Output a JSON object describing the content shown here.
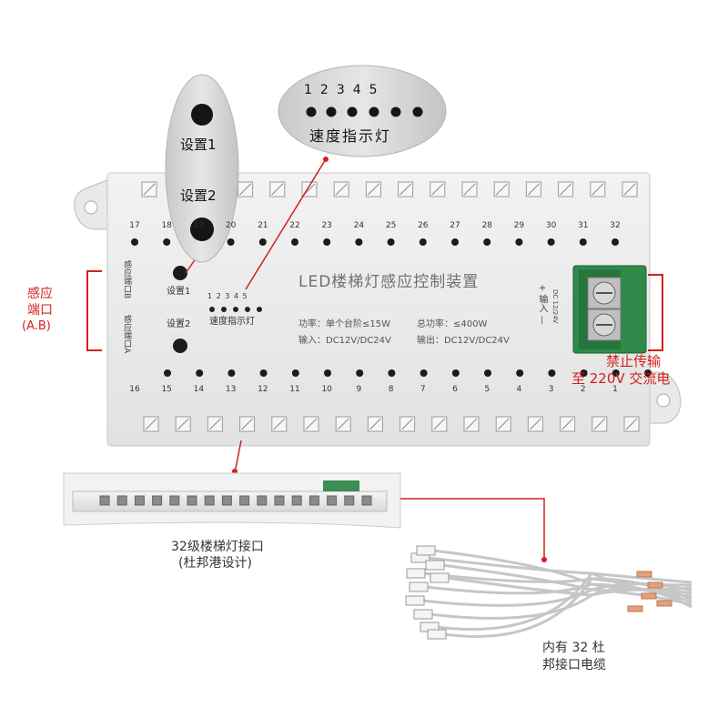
{
  "device": {
    "title": "LED楼梯灯感应控制装置",
    "spec_power": "功率：单个台阶≤15W",
    "spec_total": "总功率：≤400W",
    "spec_input": "输入：DC12V/DC24V",
    "spec_output": "输出：DC12V/DC24V",
    "set1_label": "设置1",
    "set2_label": "设置2",
    "speed_nums": "1 2 3 4 5",
    "speed_label": "速度指示灯",
    "sensor_b": "感应端口B",
    "sensor_a": "感应端口A",
    "input_label": "+ 输入 —",
    "input_voltage": "DC 12/24V",
    "top_ports": [
      "17",
      "18",
      "19",
      "20",
      "21",
      "22",
      "23",
      "24",
      "25",
      "26",
      "27",
      "28",
      "29",
      "30",
      "31",
      "32"
    ],
    "bottom_ports": [
      "16",
      "15",
      "14",
      "13",
      "12",
      "11",
      "10",
      "9",
      "8",
      "7",
      "6",
      "5",
      "4",
      "3",
      "2",
      "1"
    ]
  },
  "callouts": {
    "speed_zoom_nums": "12345",
    "speed_zoom_label": "速度指示灯",
    "set1_zoom": "设置1",
    "set2_zoom": "设置2"
  },
  "annotations": {
    "sensor_port_line1": "感应",
    "sensor_port_line2": "端口",
    "sensor_port_line3": "(A.B)",
    "warning_line1": "禁止传输",
    "warning_line2": "至 220V 交流电",
    "connector_line1": "32级楼梯灯接口",
    "connector_line2": "(杜邦港设计)",
    "cable_line1": "内有 32 杜",
    "cable_line2": "邦接口电缆"
  },
  "colors": {
    "annotation_red": "#d21f1f",
    "terminal_green": "#2f8a4a",
    "board": "#ececec"
  }
}
